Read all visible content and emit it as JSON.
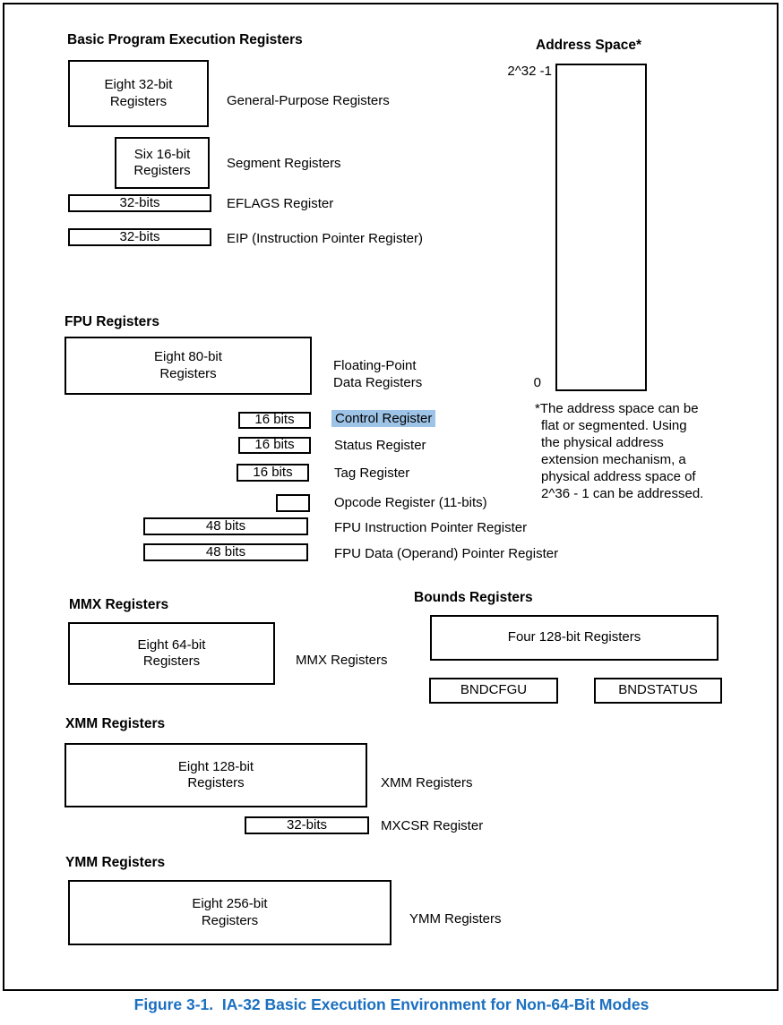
{
  "colors": {
    "caption_blue": "#1b6fc0",
    "selection_highlight_blue": "#9dc3e6",
    "line_black": "#000000"
  },
  "basic_program": {
    "heading": "Basic Program Execution Registers",
    "gpr_box_line1": "Eight 32-bit",
    "gpr_box_line2": "Registers",
    "gpr_label": "General-Purpose Registers",
    "seg_box_line1": "Six 16-bit",
    "seg_box_line2": "Registers",
    "seg_label": "Segment Registers",
    "eflags_box": "32-bits",
    "eflags_label": "EFLAGS Register",
    "eip_box": "32-bits",
    "eip_label": "EIP (Instruction Pointer Register)"
  },
  "address_space": {
    "heading": "Address Space*",
    "top_label": "2^32 -1",
    "bottom_label": "0",
    "note_lines": [
      "*The address space can be",
      "flat or segmented. Using",
      "the physical address",
      "extension mechanism, a",
      "physical address space of",
      "2^36 - 1 can be addressed."
    ]
  },
  "fpu": {
    "heading": "FPU Registers",
    "data_box_line1": "Eight 80-bit",
    "data_box_line2": "Registers",
    "data_label_line1": "Floating-Point",
    "data_label_line2": "Data Registers",
    "control_box": "16 bits",
    "control_label": "Control Register",
    "status_box": "16 bits",
    "status_label": "Status Register",
    "tag_box": "16 bits",
    "tag_label": "Tag Register",
    "opcode_label": "Opcode Register (11-bits)",
    "fip_box": "48 bits",
    "fip_label": "FPU Instruction Pointer Register",
    "fdp_box": "48 bits",
    "fdp_label": "FPU Data (Operand) Pointer Register"
  },
  "mmx": {
    "heading": "MMX Registers",
    "box_line1": "Eight 64-bit",
    "box_line2": "Registers",
    "label": "MMX Registers"
  },
  "bounds": {
    "heading": "Bounds Registers",
    "main_box": "Four 128-bit Registers",
    "bndcfgu_box": "BNDCFGU",
    "bndstatus_box": "BNDSTATUS"
  },
  "xmm": {
    "heading": "XMM Registers",
    "box_line1": "Eight 128-bit",
    "box_line2": "Registers",
    "label": "XMM Registers",
    "mxcsr_box": "32-bits",
    "mxcsr_label": "MXCSR Register"
  },
  "ymm": {
    "heading": "YMM Registers",
    "box_line1": "Eight 256-bit",
    "box_line2": "Registers",
    "label": "YMM Registers"
  },
  "caption": "Figure 3-1.  IA-32 Basic Execution Environment for Non-64-Bit Modes"
}
